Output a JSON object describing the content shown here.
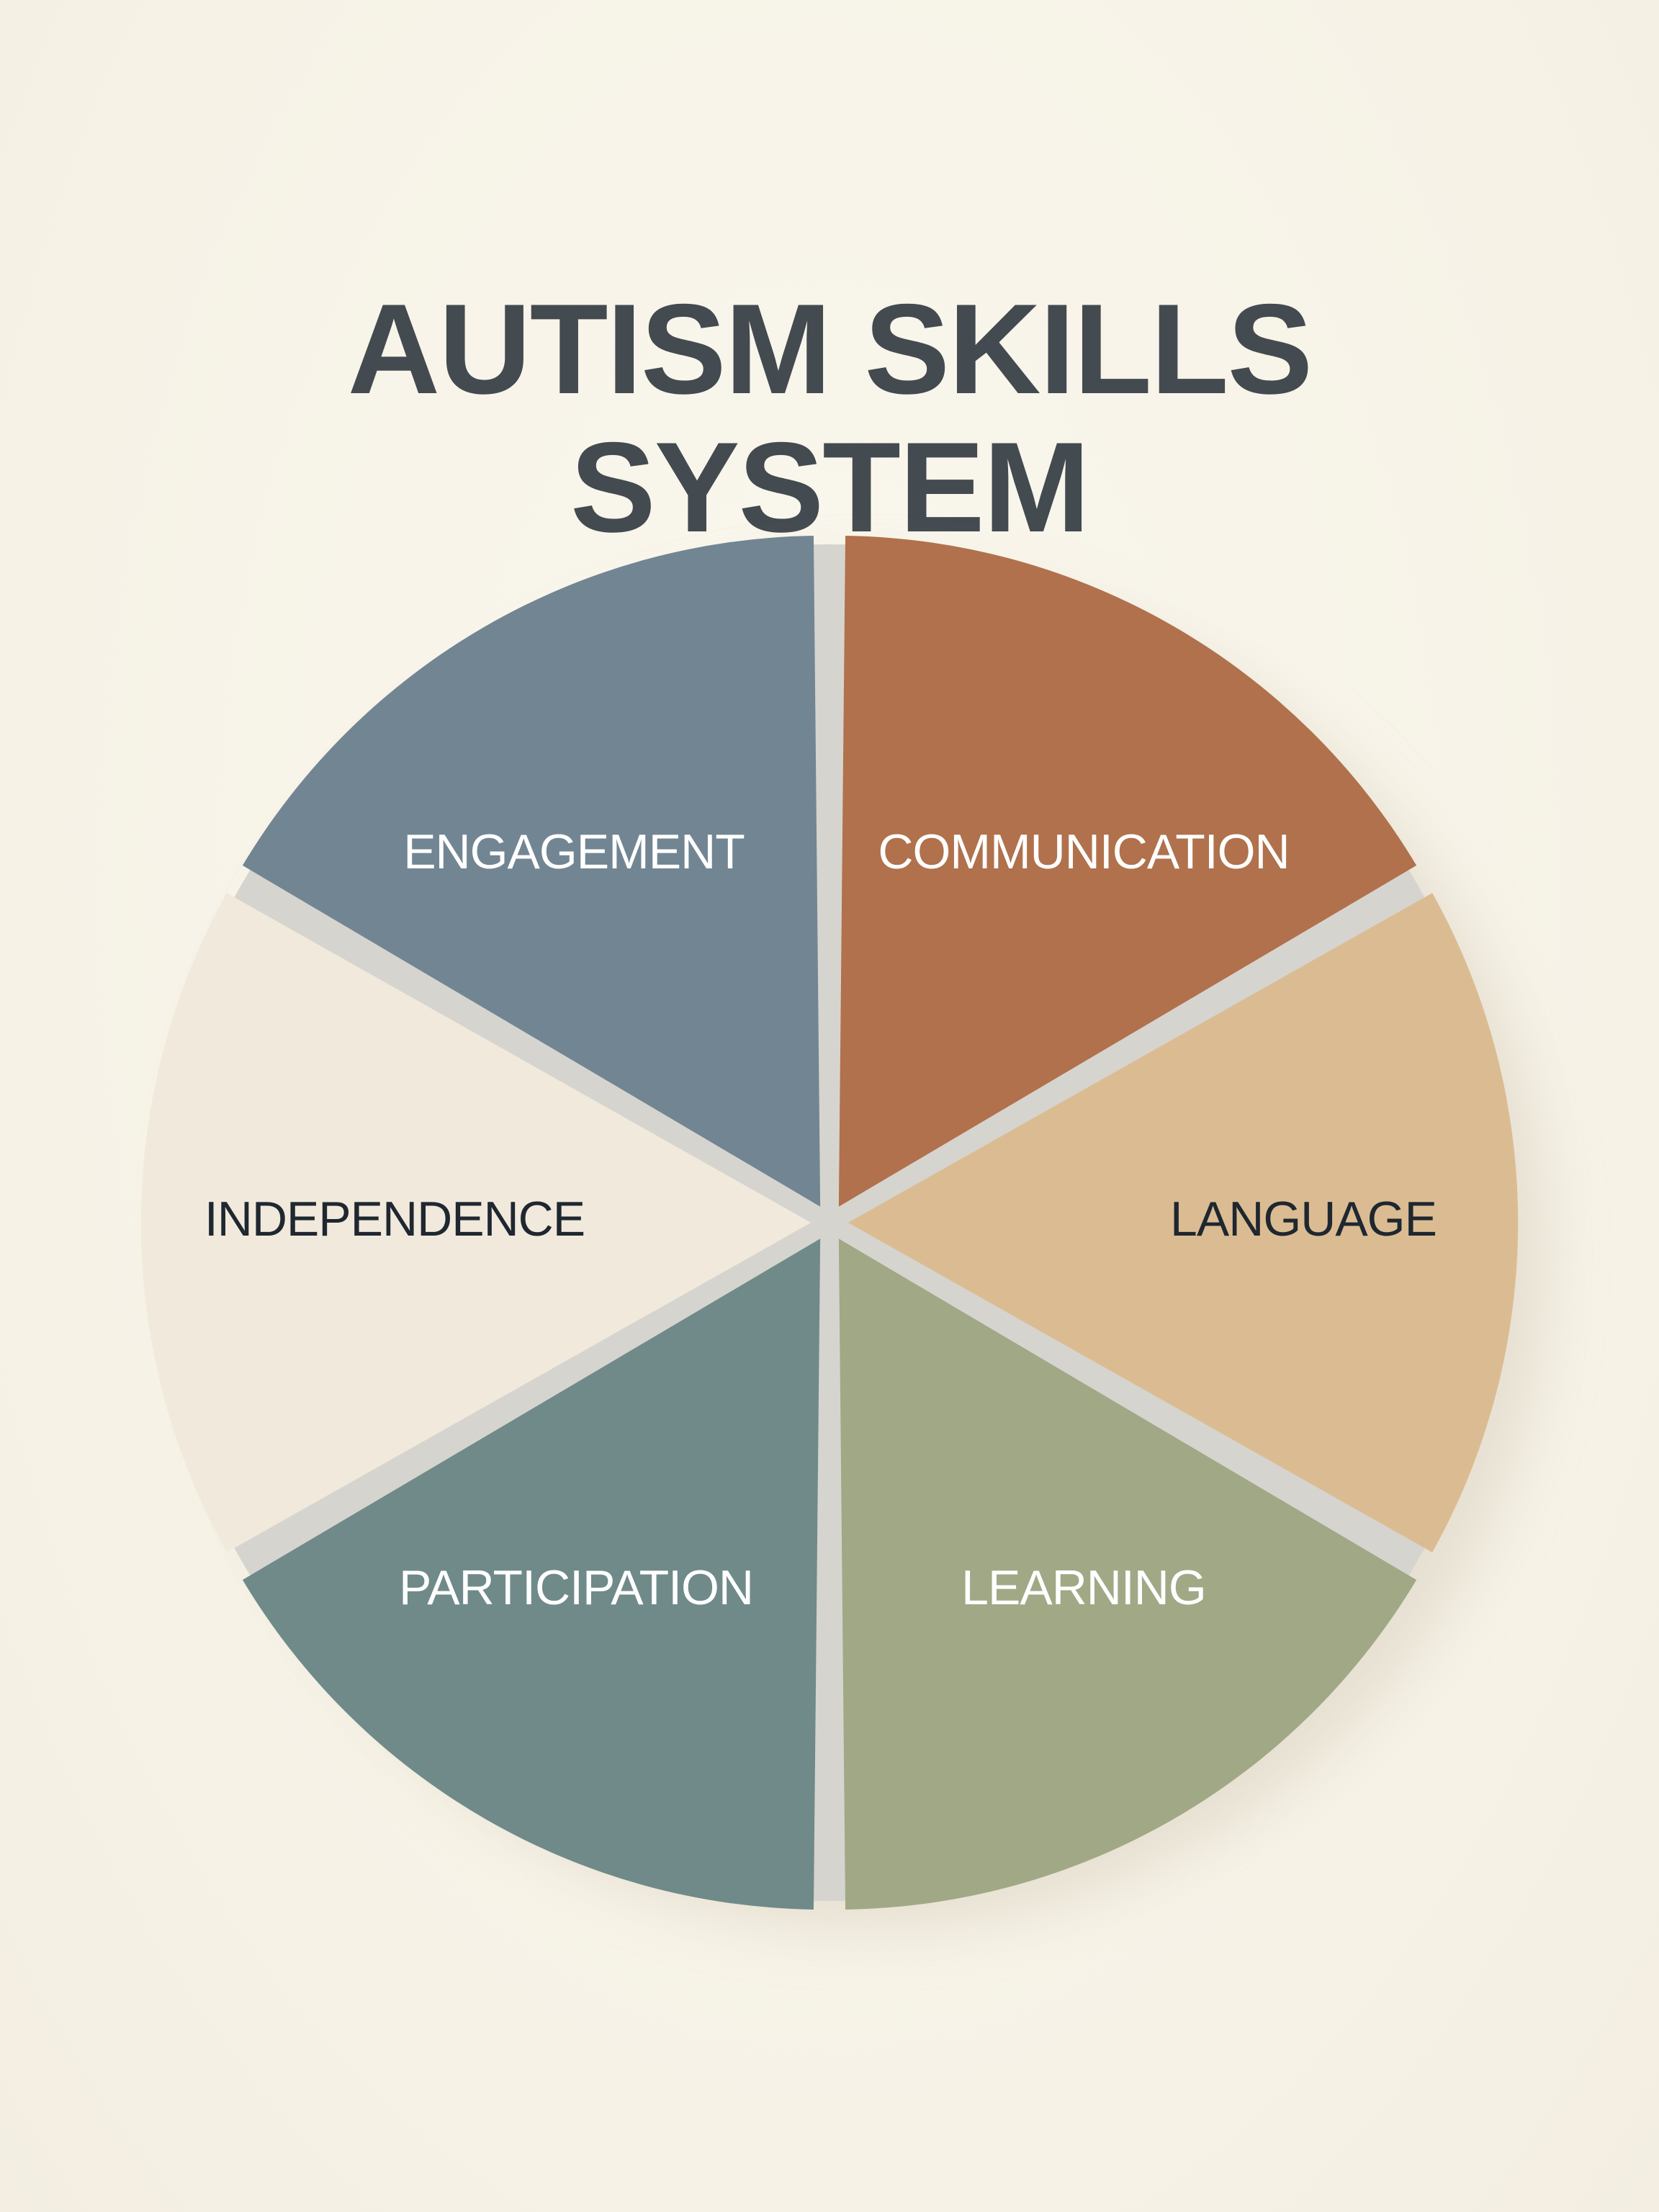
{
  "title": {
    "line1": "AUTISM SKILLS",
    "line2": "SYSTEM"
  },
  "colors": {
    "background": "#f8f4e9",
    "title": "#434a50",
    "divider": "#d6d4cf",
    "label_light": "#ffffff",
    "label_dark": "#1f2730"
  },
  "chart_data": {
    "type": "pie",
    "title": "AUTISM SKILLS SYSTEM",
    "categories": [
      "Communication",
      "Language",
      "Learning",
      "Participation",
      "Independence",
      "Engagement"
    ],
    "values": [
      1,
      1,
      1,
      1,
      1,
      1
    ],
    "segments": [
      {
        "label": "COMMUNICATION",
        "value": 1,
        "color": "#b0714c",
        "label_color": "#ffffff"
      },
      {
        "label": "LANGUAGE",
        "value": 1,
        "color": "#dbbc92",
        "label_color": "#1f2730"
      },
      {
        "label": "LEARNING",
        "value": 1,
        "color": "#a1a886",
        "label_color": "#ffffff"
      },
      {
        "label": "PARTICIPATION",
        "value": 1,
        "color": "#6f8a89",
        "label_color": "#ffffff"
      },
      {
        "label": "INDEPENDENCE",
        "value": 1,
        "color": "#f1e9dc",
        "label_color": "#1f2730"
      },
      {
        "label": "ENGAGEMENT",
        "value": 1,
        "color": "#728593",
        "label_color": "#ffffff"
      }
    ],
    "legend": "none",
    "notes": "Six equal 60-degree segments separated by light gray dividers"
  }
}
